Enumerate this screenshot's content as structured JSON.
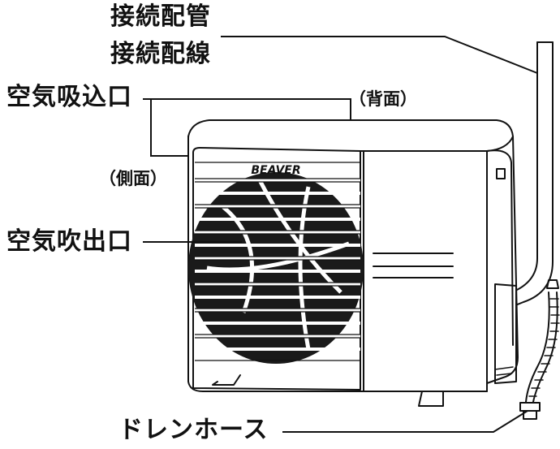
{
  "labels": {
    "pipe": "接続配管",
    "wiring": "接続配線",
    "air_intake": "空気吸込口",
    "back": "（背面）",
    "side": "（側面）",
    "air_outlet": "空気吹出口",
    "drain_hose": "ドレンホース"
  },
  "brand": "BEAVER",
  "colors": {
    "line": "#111111",
    "fill": "#ffffff",
    "fan": "#1a1a1a"
  }
}
